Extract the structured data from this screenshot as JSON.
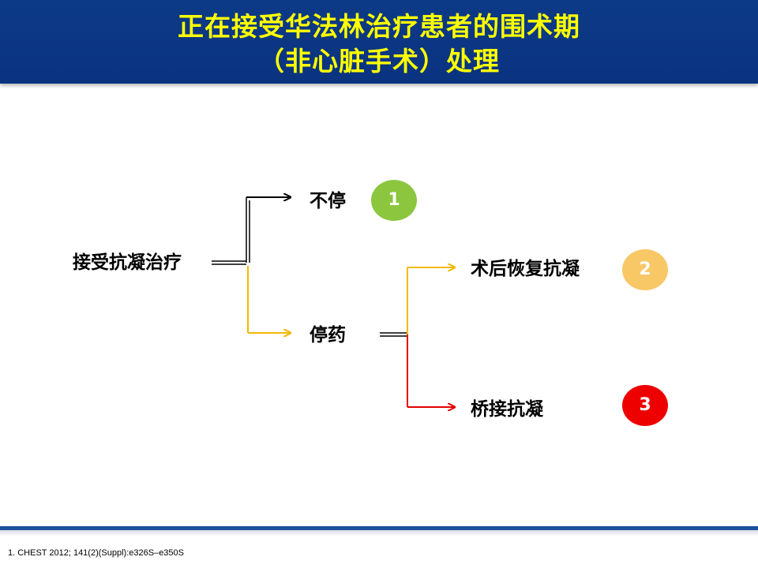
{
  "title": {
    "line1": "正在接受华法林治疗患者的围术期",
    "line2": "（非心脏手术）处理"
  },
  "nodes": {
    "root": "接受抗凝治疗",
    "continue": "不停",
    "stop": "停药",
    "resume": "术后恢复抗凝",
    "bridge": "桥接抗凝"
  },
  "badges": [
    {
      "label": "1",
      "color": "#8cc63f"
    },
    {
      "label": "2",
      "color": "#f8c766"
    },
    {
      "label": "3",
      "color": "#ee0000"
    }
  ],
  "colors": {
    "header": "#0d3a86",
    "title_text": "#ffff00",
    "arrow_black": "#000000",
    "arrow_yellow": "#f5b800",
    "arrow_red": "#e60000"
  },
  "footnote": "1. CHEST 2012; 141(2)(Suppl):e326S–e350S"
}
